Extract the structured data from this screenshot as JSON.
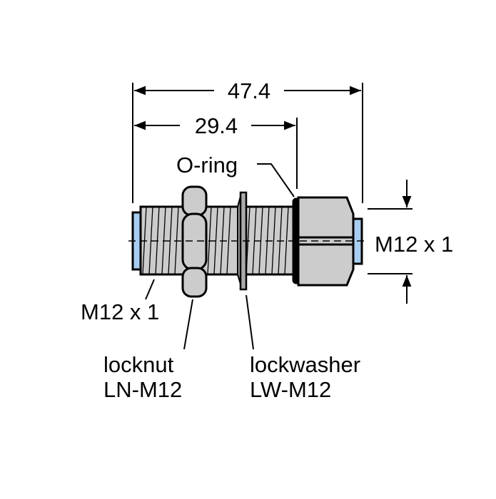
{
  "dimensions": {
    "overall_length": "47.4",
    "thread_length": "29.4",
    "thread_right": "M12 x 1",
    "thread_left": "M12 x 1"
  },
  "labels": {
    "oring": "O-ring",
    "locknut": "locknut",
    "locknut_part": "LN-M12",
    "lockwasher": "lockwasher",
    "lockwasher_part": "LW-M12"
  },
  "colors": {
    "body": "#cccccc",
    "cap": "#a8cdf0",
    "line": "#000000"
  }
}
